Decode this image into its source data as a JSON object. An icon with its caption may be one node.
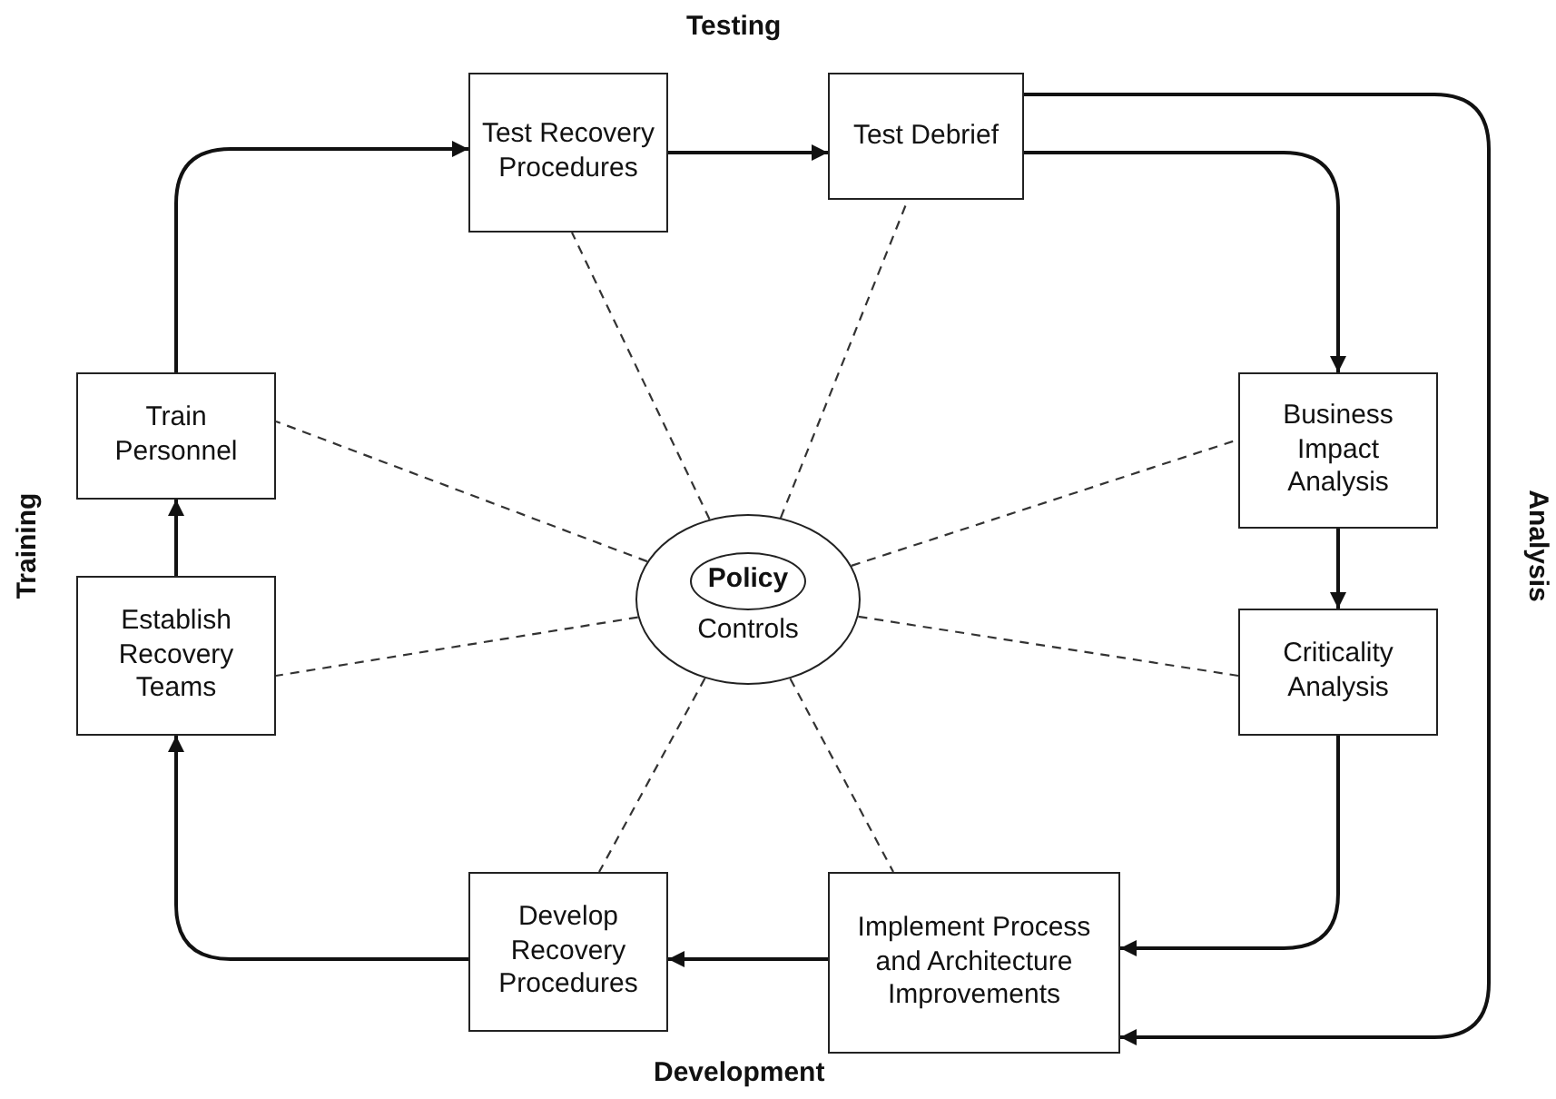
{
  "diagram": {
    "nodes": [
      {
        "text": [
          "Test Recovery Procedures"
        ]
      },
      {
        "text": [
          "Test Debrief"
        ]
      },
      {
        "text": [
          "Business Impact Analysis"
        ]
      },
      {
        "text": [
          "Criticality Analysis"
        ]
      },
      {
        "text": [
          "Implement Process and Architecture Improvements"
        ]
      },
      {
        "text": [
          "Develop Recovery Procedures"
        ]
      },
      {
        "text": [
          "Establish Recovery Teams"
        ]
      },
      {
        "text": [
          "Train Personnel"
        ]
      },
      {
        "text": [
          "Controls"
        ]
      },
      {
        "text": [
          "Policy"
        ],
        "in": 8
      }
    ],
    "edges": [
      {
        "from": 7,
        "to": 0,
        "arrow": "to"
      },
      {
        "from": 0,
        "to": 1,
        "arrow": "to"
      },
      {
        "from": 1,
        "to": 2,
        "arrow": "to"
      },
      {
        "from": 2,
        "to": 3,
        "arrow": "to"
      },
      {
        "from": 3,
        "to": 4,
        "arrow": "to"
      },
      {
        "from": 1,
        "to": 4,
        "arrow": "to"
      },
      {
        "from": 4,
        "to": 5,
        "arrow": "to"
      },
      {
        "from": 5,
        "to": 6,
        "arrow": "to"
      },
      {
        "from": 6,
        "to": 7,
        "arrow": "to"
      },
      {
        "from": 8,
        "to": 0,
        "arrow": "none",
        "style": "dashed"
      },
      {
        "from": 8,
        "to": 1,
        "arrow": "none",
        "style": "dashed"
      },
      {
        "from": 8,
        "to": 2,
        "arrow": "none",
        "style": "dashed"
      },
      {
        "from": 8,
        "to": 3,
        "arrow": "none",
        "style": "dashed"
      },
      {
        "from": 8,
        "to": 4,
        "arrow": "none",
        "style": "dashed"
      },
      {
        "from": 8,
        "to": 5,
        "arrow": "none",
        "style": "dashed"
      },
      {
        "from": 8,
        "to": 6,
        "arrow": "none",
        "style": "dashed"
      },
      {
        "from": 8,
        "to": 7,
        "arrow": "none",
        "style": "dashed"
      }
    ],
    "labels": [
      "Testing",
      "Training",
      "Analysis",
      "Development"
    ]
  }
}
